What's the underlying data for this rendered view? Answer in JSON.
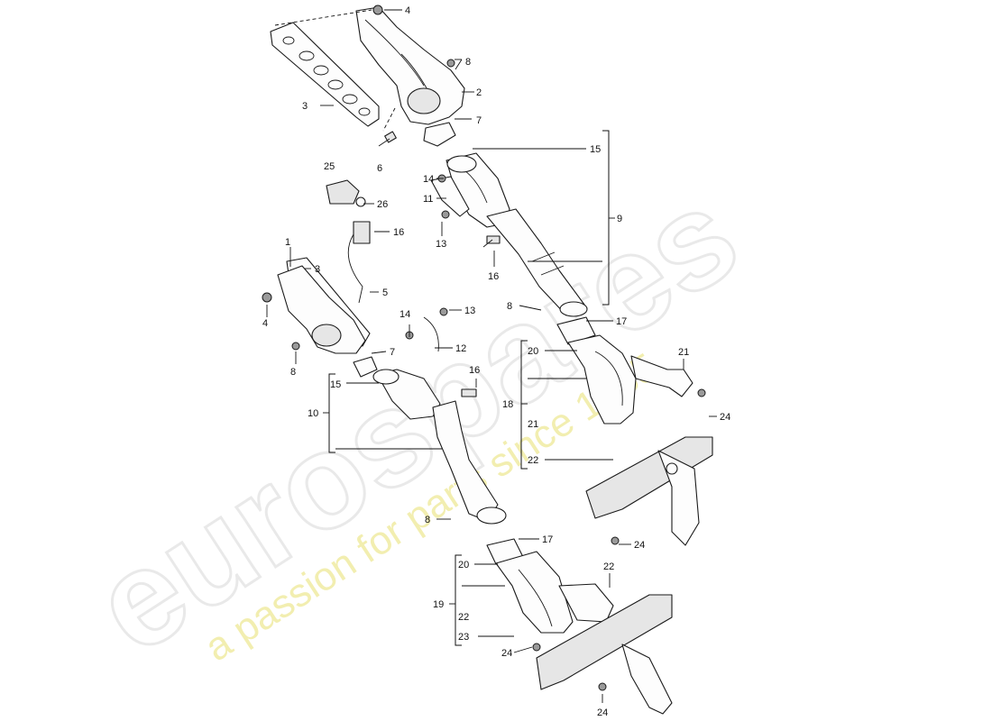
{
  "watermark": {
    "brand": "eurospares",
    "tagline": "a passion for parts since 1985"
  },
  "callouts": {
    "n1": "1",
    "n2": "2",
    "n3a": "3",
    "n3b": "3",
    "n4a": "4",
    "n4b": "4",
    "n5": "5",
    "n6": "6",
    "n7a": "7",
    "n7b": "7",
    "n8a": "8",
    "n8b": "8",
    "n8c": "8",
    "n8d": "8",
    "n9": "9",
    "n10": "10",
    "n11": "11",
    "n12": "12",
    "n13a": "13",
    "n13b": "13",
    "n14a": "14",
    "n14b": "14",
    "n15a": "15",
    "n15b": "15",
    "n16a": "16",
    "n16b": "16",
    "n16c": "16",
    "n17a": "17",
    "n17b": "17",
    "n18": "18",
    "n19": "19",
    "n20a": "20",
    "n20b": "20",
    "n21a": "21",
    "n21b": "21",
    "n22a": "22",
    "n22b": "22",
    "n22c": "22",
    "n23": "23",
    "n24a": "24",
    "n24b": "24",
    "n24c": "24",
    "n24d": "24",
    "n25": "25",
    "n26": "26"
  }
}
